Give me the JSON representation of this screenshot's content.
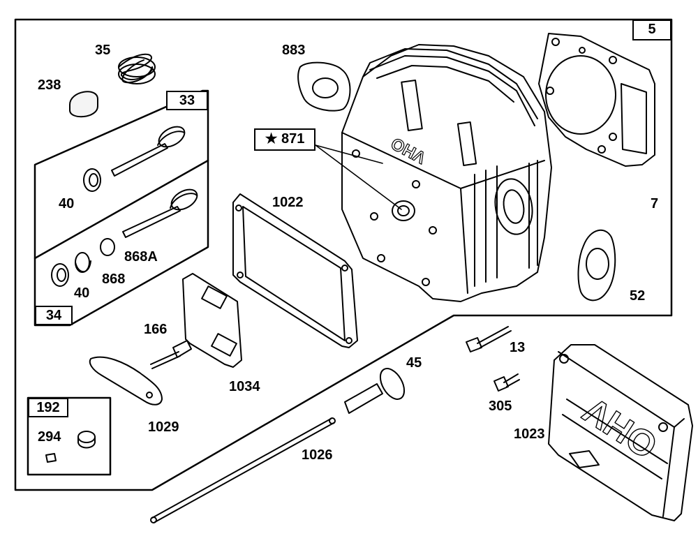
{
  "diagram": {
    "group_labels": {
      "assembly": "5",
      "exhaust_valve_kit": "33",
      "intake_valve_kit": "34",
      "adjuster_kit": "192"
    },
    "part_labels": {
      "p35": "35",
      "p238": "238",
      "p883": "883",
      "p871": "★ 871",
      "p7": "7",
      "p52": "52",
      "p1022": "1022",
      "p40a": "40",
      "p40b": "40",
      "p868A": "868A",
      "p868": "868",
      "p166": "166",
      "p1034": "1034",
      "p1029": "1029",
      "p294": "294",
      "p13": "13",
      "p45": "45",
      "p305": "305",
      "p1023": "1023",
      "p1026": "1026"
    },
    "embossed_text": {
      "cover_logo": "OHV",
      "head_logo": "OHV"
    }
  }
}
